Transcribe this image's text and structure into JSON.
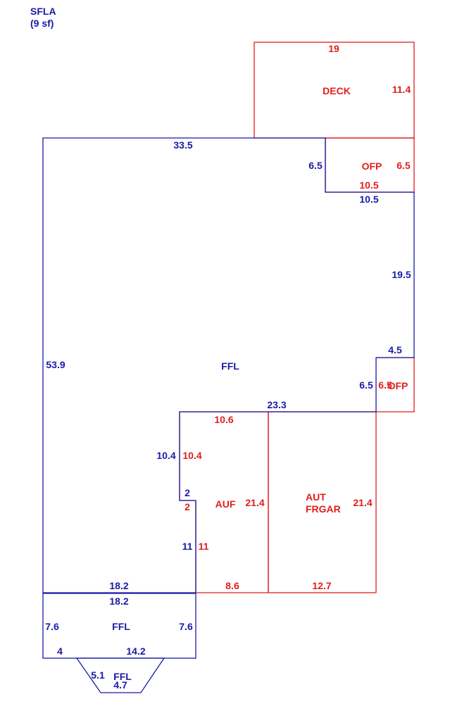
{
  "header": {
    "title": "SFLA",
    "area": "(9 sf)"
  },
  "colors": {
    "living": "#1a1aa6",
    "other": "#e01e1e"
  },
  "areas": {
    "deck": {
      "name": "DECK",
      "top": "19",
      "right": "11.4"
    },
    "ofp_top": {
      "name": "OFP",
      "left": "6.5",
      "right": "6.5",
      "bottom": "10.5"
    },
    "ffl_main": {
      "name": "FFL",
      "top": "33.5",
      "left": "53.9",
      "right_upper": "19.5",
      "notch_bottom": "10.5",
      "notch_top": "4.5",
      "notch_side": "6.5",
      "bottom_edge": "23.3",
      "lower_left_bottom": "18.2",
      "auf_side_upper": "10.4",
      "auf_jog": "2",
      "auf_side_lower": "11"
    },
    "ofp_small": {
      "name": "OFP",
      "left": "6.5"
    },
    "auf": {
      "name": "AUF",
      "top": "10.6",
      "left_upper": "10.4",
      "jog": "2",
      "left_lower": "11",
      "right": "21.4",
      "bottom": "8.6"
    },
    "garage": {
      "name_line1": "AUT",
      "name_line2": "FRGAR",
      "right": "21.4",
      "bottom": "12.7"
    },
    "ffl_lower": {
      "name": "FFL",
      "top": "18.2",
      "left": "7.6",
      "right": "7.6",
      "bottom_left": "4",
      "bottom_right": "14.2"
    },
    "ffl_bay": {
      "name": "FFL",
      "side": "5.1",
      "bottom": "4.7"
    }
  }
}
